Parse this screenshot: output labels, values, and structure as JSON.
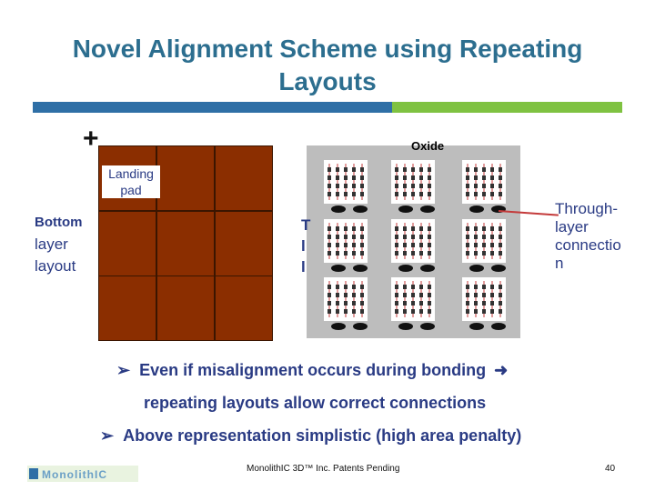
{
  "slide": {
    "title_line1": "Novel Alignment Scheme using Repeating",
    "title_line2": "Layouts"
  },
  "diagram": {
    "oxide_label": "Oxide",
    "landing_pad_line1": "Landing",
    "landing_pad_line2": "pad",
    "bottom_label_line1": "Bottom",
    "bottom_label_line2": "layer",
    "bottom_label_line3": "layout",
    "top_label_line1": "T",
    "top_label_line2": "l",
    "top_label_line3": "l",
    "through_label_line1": "Through-",
    "through_label_line2": "layer",
    "through_label_line3": "connectio",
    "through_label_line4": "n"
  },
  "bullets": {
    "line1": "Even if misalignment occurs during bonding",
    "line2": "repeating layouts allow correct connections",
    "line3": "Above representation simplistic (high area penalty)"
  },
  "footer": {
    "logo_text": "MonolithIC",
    "text": "MonolithIC 3D™ Inc. Patents Pending",
    "page": "40"
  },
  "colors": {
    "title": "#2c6e8f",
    "accent_blue": "#2f6fa6",
    "accent_green": "#7fc241",
    "pad": "#8b2e00",
    "oxide": "#bdbdbd"
  }
}
